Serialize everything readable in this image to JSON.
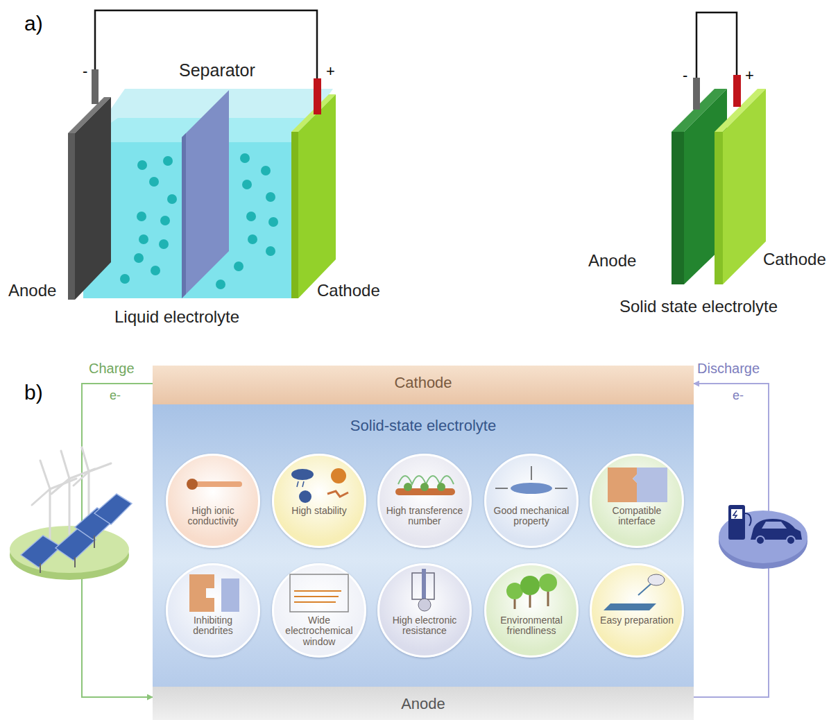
{
  "diagram": {
    "nodes": [
      {
        "text": [
          "Cathode"
        ]
      },
      {
        "text": [
          "Solid-state electrolyte"
        ]
      },
      {
        "text": [
          "High ionic conductivity"
        ],
        "in": 1
      },
      {
        "text": [
          "High stability"
        ],
        "in": 1
      },
      {
        "text": [
          "High transference number"
        ],
        "in": 1
      },
      {
        "text": [
          "Good mechanical property"
        ],
        "in": 1
      },
      {
        "text": [
          "Compatible interface"
        ],
        "in": 1
      },
      {
        "text": [
          "Inhibiting dendrites"
        ],
        "in": 1
      },
      {
        "text": [
          "Wide electrochemical window"
        ],
        "in": 1
      },
      {
        "text": [
          "High electronic resistance"
        ],
        "in": 1
      },
      {
        "text": [
          "Environmental friendliness"
        ],
        "in": 1
      },
      {
        "text": [
          "Easy preparation"
        ],
        "in": 1
      },
      {
        "text": [
          "Anode"
        ]
      }
    ],
    "edges": [
      {
        "from": 0,
        "to": 12,
        "arrow": "to"
      },
      {
        "from": 12,
        "to": 0,
        "arrow": "to"
      }
    ],
    "labels": [
      "a)",
      "-",
      "+",
      "Separator",
      "Anode",
      "Cathode",
      "Liquid electrolyte",
      "-",
      "+",
      "Anode",
      "Cathode",
      "Solid state electrolyte",
      "b)",
      "Charge",
      "e-",
      "Discharge",
      "e-"
    ]
  }
}
